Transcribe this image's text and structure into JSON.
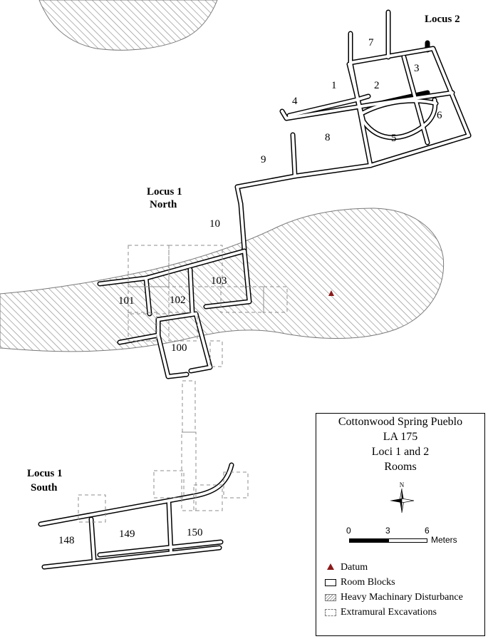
{
  "map": {
    "locus_labels": {
      "locus2": "Locus 2",
      "locus1_north_line1": "Locus 1",
      "locus1_north_line2": "North",
      "locus1_south_line1": "Locus 1",
      "locus1_south_line2": "South"
    },
    "rooms": [
      "1",
      "2",
      "3",
      "4",
      "5",
      "6",
      "7",
      "8",
      "9",
      "10",
      "100",
      "101",
      "102",
      "103",
      "148",
      "149",
      "150"
    ]
  },
  "legend": {
    "title_lines": [
      "Cottonwood Spring Pueblo",
      "LA 175",
      "Loci 1 and 2",
      "Rooms"
    ],
    "north_label": "N",
    "scale": {
      "ticks": [
        "0",
        "3",
        "6"
      ],
      "unit": "Meters"
    },
    "items": {
      "datum": "Datum",
      "room_blocks": "Room Blocks",
      "disturbance": "Heavy Machinary Disturbance",
      "excavations": "Extramural Excavations"
    },
    "colors": {
      "datum": "#8b1a1a",
      "hatch": "#8a8a8a"
    }
  }
}
